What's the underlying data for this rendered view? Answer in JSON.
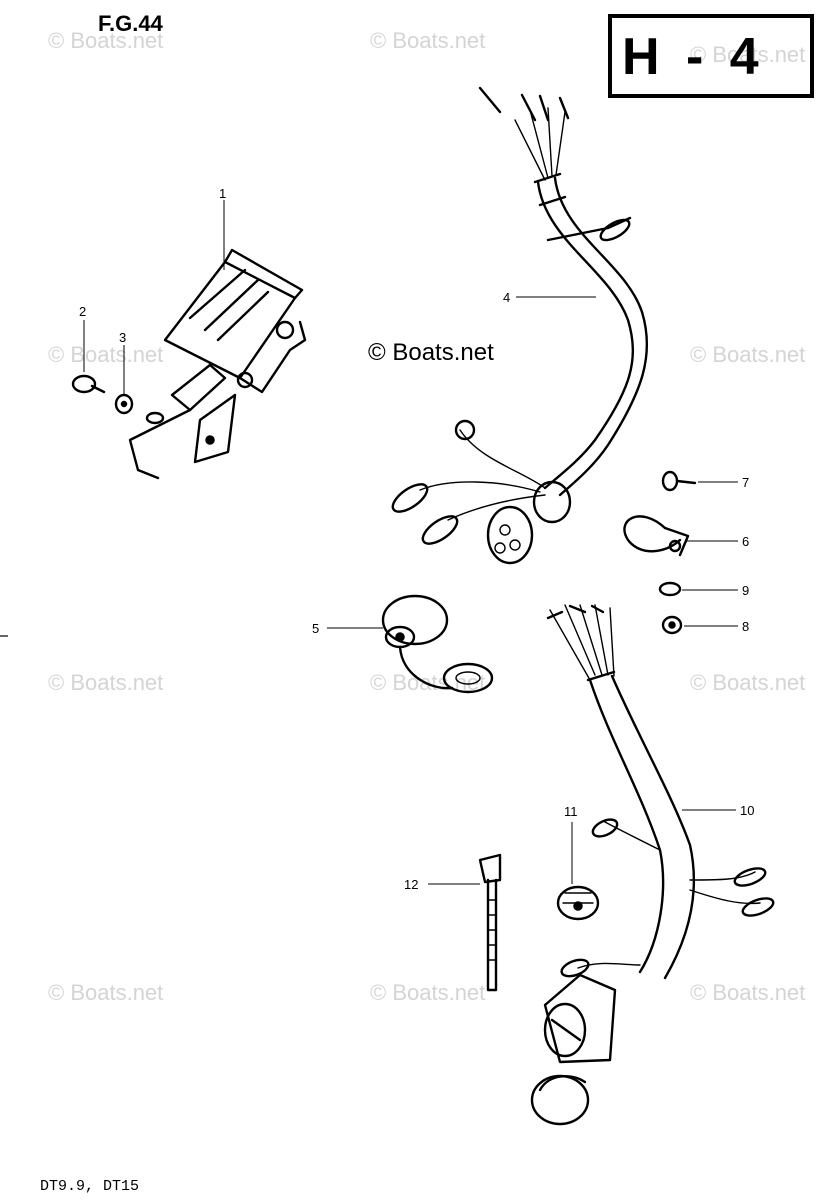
{
  "figure": {
    "label": "F.G.44",
    "section_code": "H - 4"
  },
  "watermark": {
    "text": "© Boats.net"
  },
  "callouts": [
    {
      "id": "c1",
      "label": "1"
    },
    {
      "id": "c2",
      "label": "2"
    },
    {
      "id": "c3",
      "label": "3"
    },
    {
      "id": "c4",
      "label": "4"
    },
    {
      "id": "c5",
      "label": "5"
    },
    {
      "id": "c6",
      "label": "6"
    },
    {
      "id": "c7",
      "label": "7"
    },
    {
      "id": "c8",
      "label": "8"
    },
    {
      "id": "c9",
      "label": "9"
    },
    {
      "id": "c10",
      "label": "10"
    },
    {
      "id": "c11",
      "label": "11"
    },
    {
      "id": "c12",
      "label": "12"
    }
  ],
  "footer": {
    "models": "DT9.9, DT15"
  }
}
